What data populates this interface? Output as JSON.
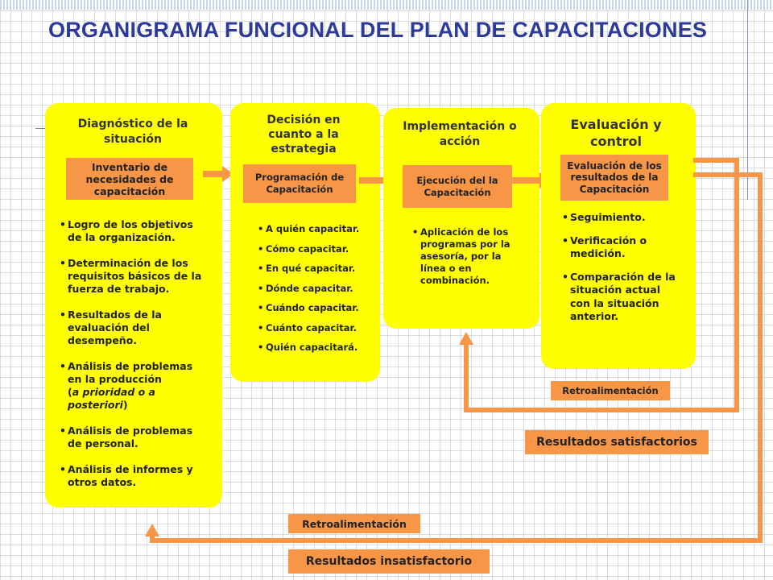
{
  "title": "ORGANIGRAMA FUNCIONAL DEL PLAN DE CAPACITACIONES",
  "colors": {
    "title": "#2c3a9a",
    "panel": "#ffff00",
    "accent": "#f79646"
  },
  "columns": [
    {
      "title": "Diagnóstico de la situación",
      "box": "Inventario de necesidades de capacitación",
      "items": [
        "Logro de los objetivos de la organización.",
        "Determinación de los requisitos básicos de la fuerza de trabajo.",
        "Resultados de la evaluación del desempeño.",
        "Análisis de problemas en la producción",
        "Análisis de problemas de personal.",
        "Análisis de informes y otros datos."
      ],
      "item4_note": "a prioridad o a posteriori"
    },
    {
      "title": "Decisión en cuanto a la estrategia",
      "box": "Programación de Capacitación",
      "items": [
        "A quién capacitar.",
        "Cómo capacitar.",
        "En qué capacitar.",
        "Dónde capacitar.",
        "Cuándo capacitar.",
        "Cuánto capacitar.",
        "Quién capacitará."
      ]
    },
    {
      "title": "Implementación o acción",
      "box": "Ejecución del la Capacitación",
      "items": [
        "Aplicación de los programas por la asesoría, por la línea o en combinación."
      ]
    },
    {
      "title": "Evaluación y control",
      "box": "Evaluación de los resultados de la Capacitación",
      "items": [
        "Seguimiento.",
        "Verificación o medición.",
        "Comparación de la situación actual con la situación anterior."
      ]
    }
  ],
  "feedback": {
    "label_small": "Retroalimentación",
    "label_satisfactory": "Resultados satisfactorios",
    "label_feedback_bottom": "Retroalimentación",
    "label_unsatisfactory": "Resultados insatisfactorio"
  }
}
